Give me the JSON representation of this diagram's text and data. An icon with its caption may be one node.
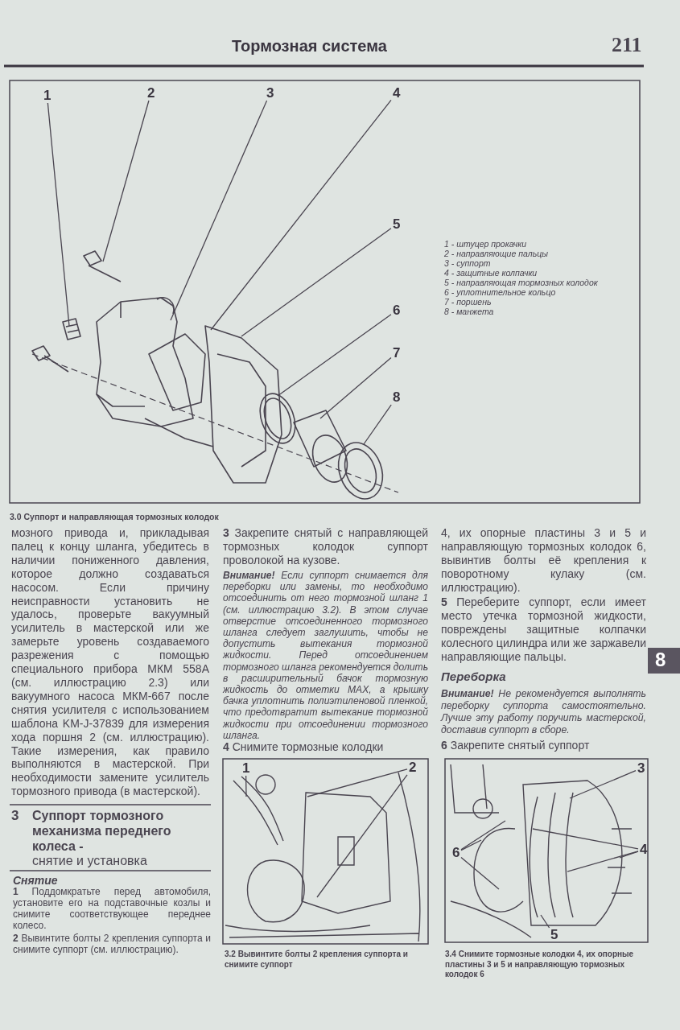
{
  "diagram": {
    "title": "Тормозная система",
    "nodes": [
      {
        "text": [
          "1"
        ]
      },
      {
        "text": [
          "2"
        ]
      },
      {
        "text": [
          "3"
        ]
      },
      {
        "text": [
          "4"
        ]
      },
      {
        "text": [
          "5"
        ]
      },
      {
        "text": [
          "6"
        ]
      },
      {
        "text": [
          "7"
        ]
      },
      {
        "text": [
          "8"
        ]
      },
      {
        "text": [
          "1"
        ]
      },
      {
        "text": [
          "2"
        ]
      },
      {
        "text": [
          "3"
        ]
      },
      {
        "text": [
          "4"
        ]
      },
      {
        "text": [
          "6"
        ]
      },
      {
        "text": [
          "5"
        ]
      }
    ],
    "edges": [
      {
        "from": 0,
        "to": null,
        "arrow": "none"
      },
      {
        "from": 1,
        "to": null,
        "arrow": "none"
      },
      {
        "from": 2,
        "to": null,
        "arrow": "none"
      },
      {
        "from": 3,
        "to": null,
        "arrow": "none"
      },
      {
        "from": 4,
        "to": null,
        "arrow": "none"
      },
      {
        "from": 5,
        "to": null,
        "arrow": "none"
      },
      {
        "from": 6,
        "to": null,
        "arrow": "none"
      },
      {
        "from": 7,
        "to": null,
        "arrow": "none"
      },
      {
        "from": 8,
        "to": null,
        "arrow": "none"
      },
      {
        "from": 9,
        "to": null,
        "arrow": "none"
      },
      {
        "from": 9,
        "to": null,
        "arrow": "none"
      },
      {
        "from": 10,
        "to": null,
        "arrow": "none"
      },
      {
        "from": 11,
        "to": null,
        "arrow": "none"
      },
      {
        "from": 11,
        "to": null,
        "arrow": "none"
      },
      {
        "from": 11,
        "to": null,
        "arrow": "none"
      },
      {
        "from": 12,
        "to": null,
        "arrow": "none"
      },
      {
        "from": 12,
        "to": null,
        "arrow": "none"
      },
      {
        "from": 12,
        "to": null,
        "arrow": "none"
      },
      {
        "from": 13,
        "to": null,
        "arrow": "none"
      }
    ],
    "labels": [
      "211",
      "1 - штуцер прокачки",
      "2 - направляющие пальцы",
      "3 - суппорт",
      "4 - защитные колпачки",
      "5 - направляющая тормозных колодок",
      "6 - уплотнительное кольцо",
      "7 - поршень",
      "8 - манжета",
      "3.0 Суппорт и направляющая тормозных колодок",
      "мозного привода и, прикладывая палец к концу шланга, убедитесь в наличии пониженного давления, которое должно создаваться насосом. Если причину неисправности установить не удалось, проверьте вакуумный усилитель в мастерской или же замерьте уровень создаваемого разрежения с помощью специального прибора МКМ 558А (см. иллюстрацию 2.3) или вакуумного насоса МКМ-667 после снятия усилителя с использованием шаблона KM-J-37839 для измерения хода поршня 2 (см. иллюстрацию). Такие измерения, как правило выполняются в мастерской. При необходимости замените усилитель тормозного привода (в мастерской).",
      "3",
      "Суппорт тормозного механизма переднего колеса -",
      "снятие и установка",
      "Снятие",
      "**1** Поддомкратьте перед автомобиля, установите его на подставочные козлы и снимите соответствующее переднее колесо.",
      "**2** Вывинтите болты 2 крепления суппорта и снимите суппорт (см. иллюстрацию).",
      "**3** Закрепите снятый с направляющей тормозных колодок суппорт проволокой на кузове.",
      "**Внимание!** Если суппорт снимается для переборки или замены, то необходимо отсоединить от него тормозной шланг 1 (см. иллюстрацию 3.2). В этом случае отверстие отсоединенного тормозного шланга следует заглушить, чтобы не допустить вытекания тормозной жидкости. Перед отсоединением тормозного шланга рекомендуется долить в расширительный бачок тормозную жидкость до отметки MAX, а крышку бачка уплотнить полиэтиленовой пленкой, что предотвратит вытекание тормозной жидкости при отсоединении тормозного шланга.",
      "**4** Снимите тормозные колодки",
      "4, их опорные пластины 3 и 5 и направляющую тормозных колодок 6, вывинтив болты её крепления к поворотному кулаку (см. иллюстрацию).",
      "**5** Переберите суппорт, если имеет место утечка тормозной жидкости, повреждены защитные колпачки колесного цилиндра или же заржавели направляющие пальцы.",
      "Переборка",
      "**Внимание!** Не рекомендуется выполнять переборку суппорта самостоятельно. Лучше эту работу поручить мастерской, доставив суппорт в сборе.",
      "**6** Закрепите снятый суппорт",
      "8",
      "3.2 Вывинтите болты 2 крепления суппорта и снимите суппорт",
      "3.4 Снимите тормозные колодки 4, их опорные пластины 3 и 5 и направляющую тормозных колодок 6"
    ]
  }
}
